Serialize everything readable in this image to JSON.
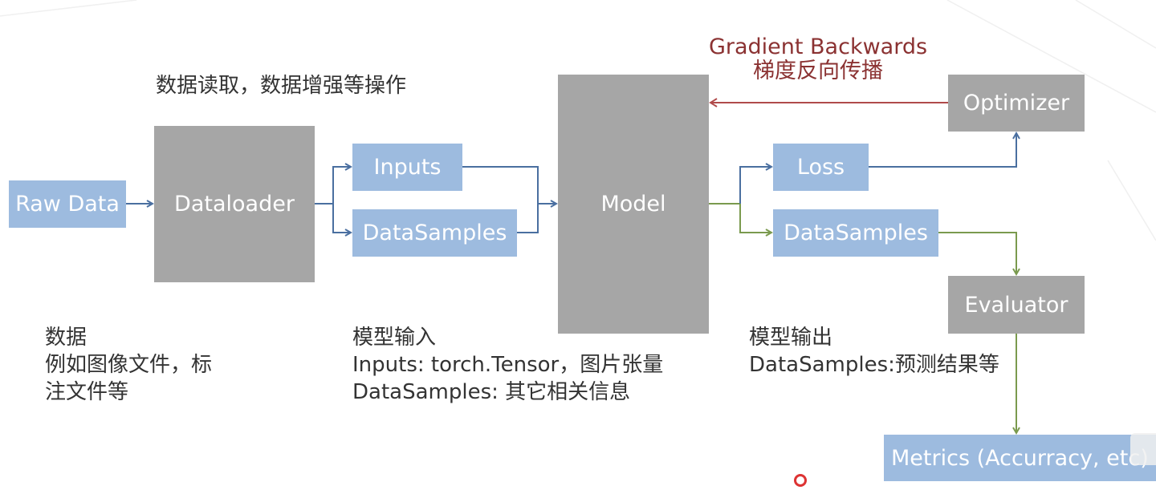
{
  "nodes": {
    "raw_data": "Raw Data",
    "dataloader": "Dataloader",
    "inputs": "Inputs",
    "datasamples_in": "DataSamples",
    "model": "Model",
    "loss": "Loss",
    "datasamples_out": "DataSamples",
    "optimizer": "Optimizer",
    "evaluator": "Evaluator",
    "metrics": "Metrics (Accurracy, etc)"
  },
  "gradient": {
    "line1": "Gradient Backwards",
    "line2": "梯度反向传播"
  },
  "notes": {
    "dataloader_top": "数据读取，数据增强等操作",
    "data": [
      "数据",
      "例如图像文件，标",
      "注文件等"
    ],
    "model_input": [
      "模型输入",
      "Inputs: torch.Tensor，图片张量",
      "DataSamples: 其它相关信息"
    ],
    "model_output": [
      "模型输出",
      "DataSamples:预测结果等"
    ]
  },
  "colors": {
    "gray_box": "#a6a6a6",
    "blue_box": "#9dbbdf",
    "blue_arrow": "#4a6fa0",
    "green_arrow": "#7a9a4e",
    "red_arrow": "#b04a4a",
    "red_text": "#8b3232"
  }
}
